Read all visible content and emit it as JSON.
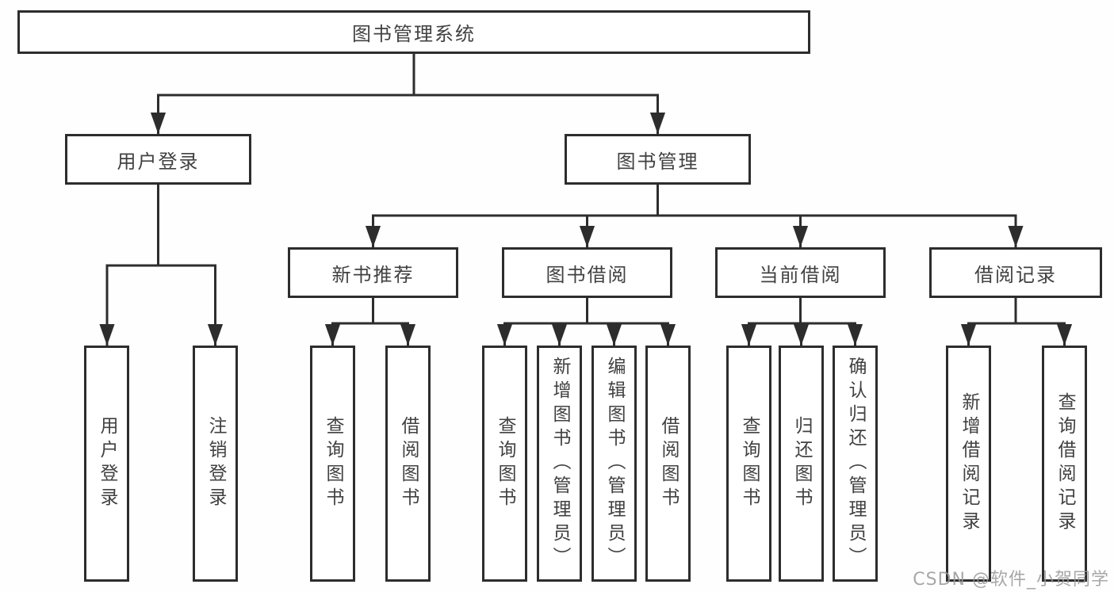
{
  "tree": {
    "label": "图书管理系统",
    "children": [
      {
        "label": "用户登录",
        "children": [
          {
            "label": "用户登录"
          },
          {
            "label": "注销登录"
          }
        ]
      },
      {
        "label": "图书管理",
        "children": [
          {
            "label": "新书推荐",
            "children": [
              {
                "label": "查询图书"
              },
              {
                "label": "借阅图书"
              }
            ]
          },
          {
            "label": "图书借阅",
            "children": [
              {
                "label": "查询图书"
              },
              {
                "label": "新增图书（管理员）"
              },
              {
                "label": "编辑图书（管理员）"
              },
              {
                "label": "借阅图书"
              }
            ]
          },
          {
            "label": "当前借阅",
            "children": [
              {
                "label": "查询图书"
              },
              {
                "label": "归还图书"
              },
              {
                "label": "确认归还（管理员）"
              }
            ]
          },
          {
            "label": "借阅记录",
            "children": [
              {
                "label": "新增借阅记录"
              },
              {
                "label": "查询借阅记录"
              }
            ]
          }
        ]
      }
    ]
  },
  "colors": {
    "line": "#2d2d2d",
    "text": "#414141",
    "watermark": "#989898"
  },
  "watermark": {
    "text": "CSDN @软件_小贺同学"
  }
}
